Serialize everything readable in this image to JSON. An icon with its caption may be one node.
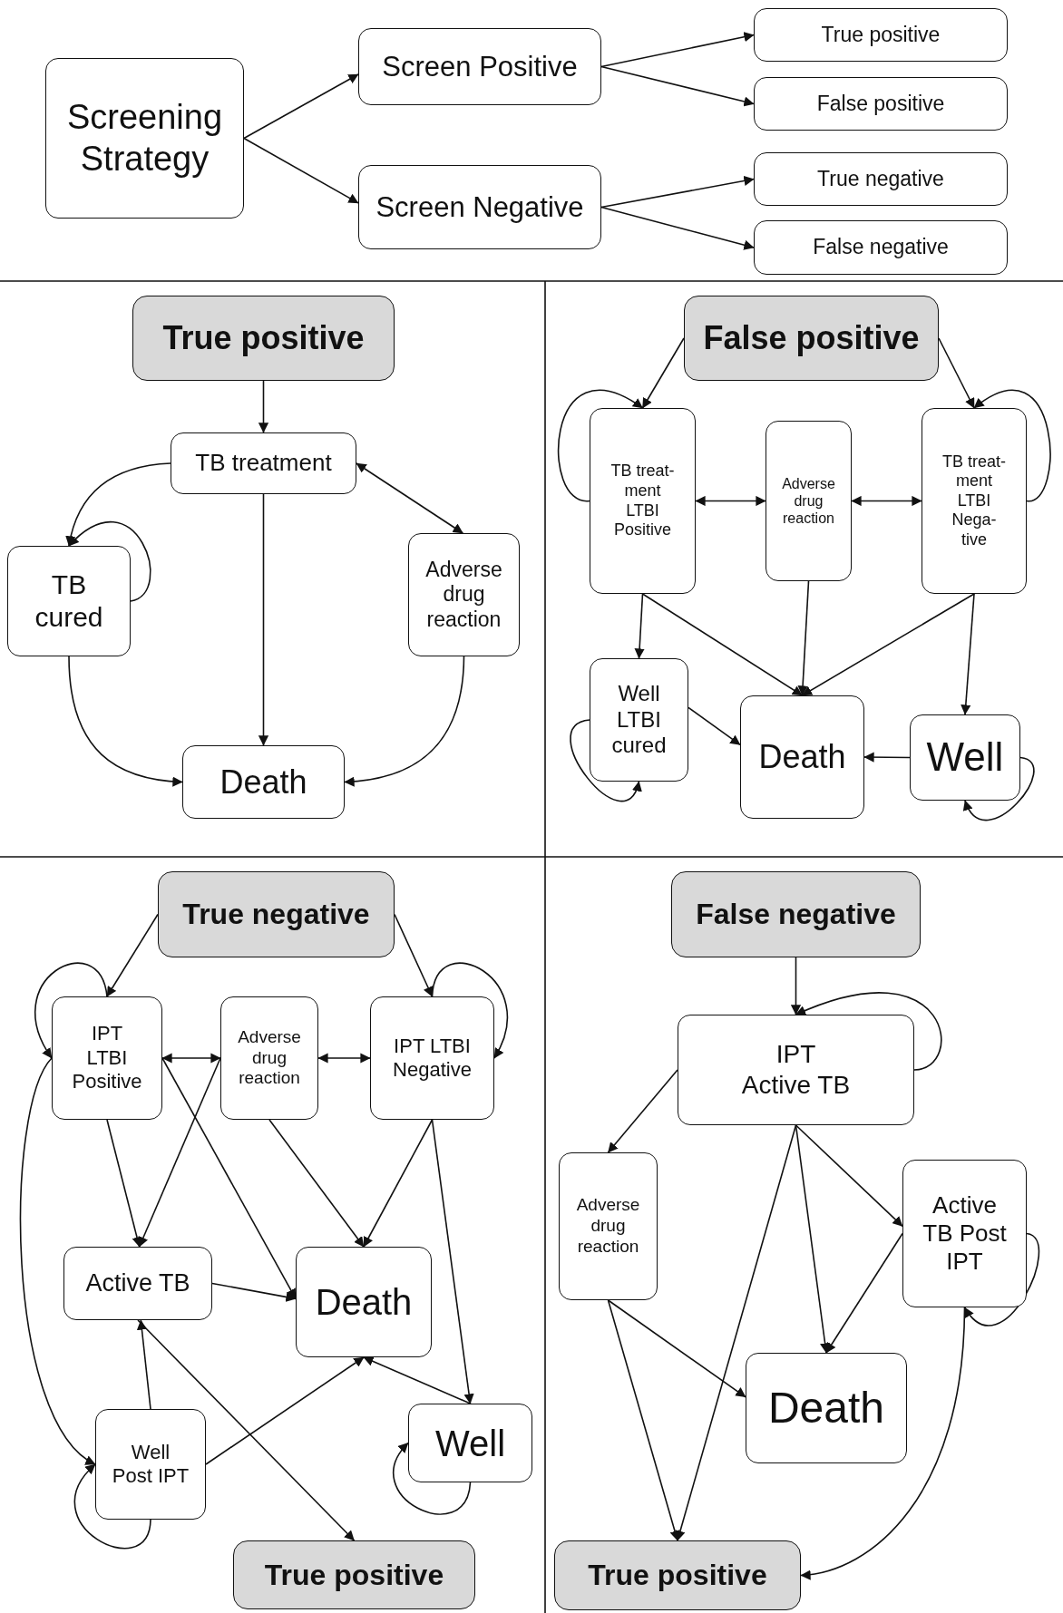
{
  "diagram": {
    "nodes": [
      {
        "text": [
          "Screening Strategy"
        ]
      },
      {
        "text": [
          "Screen Positive"
        ]
      },
      {
        "text": [
          "Screen Negative"
        ]
      },
      {
        "text": [
          "True positive"
        ]
      },
      {
        "text": [
          "False positive"
        ]
      },
      {
        "text": [
          "True negative"
        ]
      },
      {
        "text": [
          "False negative"
        ]
      },
      {
        "text": [
          "True positive"
        ]
      },
      {
        "text": [
          "TB treatment"
        ]
      },
      {
        "text": [
          "TB cured"
        ]
      },
      {
        "text": [
          "Adverse drug reaction"
        ]
      },
      {
        "text": [
          "Death"
        ]
      },
      {
        "text": [
          "False positive"
        ]
      },
      {
        "text": [
          "TB treat- ment LTBI Positive"
        ]
      },
      {
        "text": [
          "Adverse drug reaction"
        ]
      },
      {
        "text": [
          "TB treat- ment LTBI Nega- tive"
        ]
      },
      {
        "text": [
          "Well LTBI cured"
        ]
      },
      {
        "text": [
          "Death"
        ]
      },
      {
        "text": [
          "Well"
        ]
      },
      {
        "text": [
          "True negative"
        ]
      },
      {
        "text": [
          "IPT LTBI Positive"
        ]
      },
      {
        "text": [
          "Adverse drug reaction"
        ]
      },
      {
        "text": [
          "IPT LTBI Negative"
        ]
      },
      {
        "text": [
          "Active TB"
        ]
      },
      {
        "text": [
          "Death"
        ]
      },
      {
        "text": [
          "Well Post IPT"
        ]
      },
      {
        "text": [
          "Well"
        ]
      },
      {
        "text": [
          "True positive"
        ]
      },
      {
        "text": [
          "False negative"
        ]
      },
      {
        "text": [
          "IPT Active TB"
        ]
      },
      {
        "text": [
          "Adverse drug reaction"
        ]
      },
      {
        "text": [
          "Active TB Post IPT"
        ]
      },
      {
        "text": [
          "Death"
        ]
      },
      {
        "text": [
          "True positive"
        ]
      }
    ],
    "edges": [
      {
        "from": 0,
        "to": 1,
        "arrow": "to"
      },
      {
        "from": 0,
        "to": 2,
        "arrow": "to"
      },
      {
        "from": 1,
        "to": 3,
        "arrow": "to"
      },
      {
        "from": 1,
        "to": 4,
        "arrow": "to"
      },
      {
        "from": 2,
        "to": 5,
        "arrow": "to"
      },
      {
        "from": 2,
        "to": 6,
        "arrow": "to"
      },
      {
        "from": 7,
        "to": 8,
        "arrow": "to"
      },
      {
        "from": 8,
        "to": 9,
        "arrow": "to"
      },
      {
        "from": 9,
        "to": 9,
        "arrow": "to"
      },
      {
        "from": 8,
        "to": 10,
        "arrow": "both"
      },
      {
        "from": 8,
        "to": 11,
        "arrow": "to"
      },
      {
        "from": 9,
        "to": 11,
        "arrow": "to"
      },
      {
        "from": 10,
        "to": 11,
        "arrow": "to"
      },
      {
        "from": 12,
        "to": 13,
        "arrow": "to"
      },
      {
        "from": 12,
        "to": 15,
        "arrow": "to"
      },
      {
        "from": 13,
        "to": 13,
        "arrow": "to"
      },
      {
        "from": 15,
        "to": 15,
        "arrow": "to"
      },
      {
        "from": 13,
        "to": 14,
        "arrow": "both"
      },
      {
        "from": 14,
        "to": 15,
        "arrow": "both"
      },
      {
        "from": 13,
        "to": 16,
        "arrow": "to"
      },
      {
        "from": 13,
        "to": 17,
        "arrow": "to"
      },
      {
        "from": 14,
        "to": 17,
        "arrow": "to"
      },
      {
        "from": 15,
        "to": 17,
        "arrow": "to"
      },
      {
        "from": 15,
        "to": 18,
        "arrow": "to"
      },
      {
        "from": 16,
        "to": 17,
        "arrow": "to"
      },
      {
        "from": 18,
        "to": 17,
        "arrow": "to"
      },
      {
        "from": 16,
        "to": 16,
        "arrow": "to"
      },
      {
        "from": 18,
        "to": 18,
        "arrow": "to"
      },
      {
        "from": 19,
        "to": 20,
        "arrow": "to"
      },
      {
        "from": 19,
        "to": 22,
        "arrow": "to"
      },
      {
        "from": 20,
        "to": 20,
        "arrow": "to"
      },
      {
        "from": 22,
        "to": 22,
        "arrow": "to"
      },
      {
        "from": 20,
        "to": 21,
        "arrow": "both"
      },
      {
        "from": 21,
        "to": 22,
        "arrow": "both"
      },
      {
        "from": 20,
        "to": 23,
        "arrow": "to"
      },
      {
        "from": 21,
        "to": 23,
        "arrow": "to"
      },
      {
        "from": 20,
        "to": 24,
        "arrow": "to"
      },
      {
        "from": 21,
        "to": 24,
        "arrow": "to"
      },
      {
        "from": 22,
        "to": 24,
        "arrow": "to"
      },
      {
        "from": 22,
        "to": 26,
        "arrow": "to"
      },
      {
        "from": 23,
        "to": 24,
        "arrow": "to"
      },
      {
        "from": 20,
        "to": 25,
        "arrow": "to"
      },
      {
        "from": 25,
        "to": 25,
        "arrow": "to"
      },
      {
        "from": 25,
        "to": 23,
        "arrow": "to"
      },
      {
        "from": 25,
        "to": 24,
        "arrow": "to"
      },
      {
        "from": 26,
        "to": 24,
        "arrow": "to"
      },
      {
        "from": 26,
        "to": 26,
        "arrow": "to"
      },
      {
        "from": 23,
        "to": 27,
        "arrow": "to"
      },
      {
        "from": 28,
        "to": 29,
        "arrow": "to"
      },
      {
        "from": 29,
        "to": 29,
        "arrow": "to"
      },
      {
        "from": 29,
        "to": 30,
        "arrow": "to"
      },
      {
        "from": 29,
        "to": 33,
        "arrow": "to"
      },
      {
        "from": 29,
        "to": 32,
        "arrow": "to"
      },
      {
        "from": 29,
        "to": 31,
        "arrow": "to"
      },
      {
        "from": 31,
        "to": 32,
        "arrow": "to"
      },
      {
        "from": 31,
        "to": 31,
        "arrow": "to"
      },
      {
        "from": 30,
        "to": 32,
        "arrow": "to"
      },
      {
        "from": 30,
        "to": 33,
        "arrow": "to"
      },
      {
        "from": 31,
        "to": 33,
        "arrow": "to"
      }
    ]
  }
}
